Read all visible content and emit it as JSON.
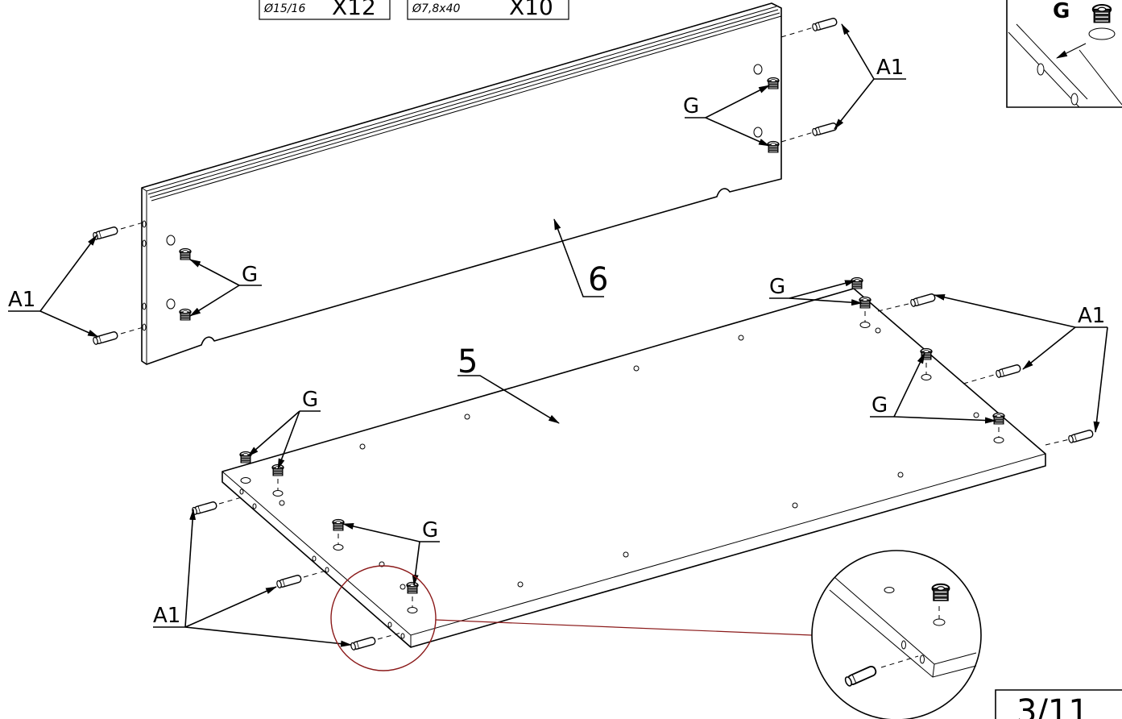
{
  "hardware": [
    {
      "size": "Ø15/16",
      "qty": "X12"
    },
    {
      "size": "Ø7,8x40",
      "qty": "X10"
    }
  ],
  "labels": {
    "dowel": "A1",
    "cam": "G",
    "back_panel": "6",
    "bottom_panel": "5",
    "inset_cam": "G"
  },
  "page": "3/11",
  "colors": {
    "detail_circle": "#8b1a1a"
  }
}
